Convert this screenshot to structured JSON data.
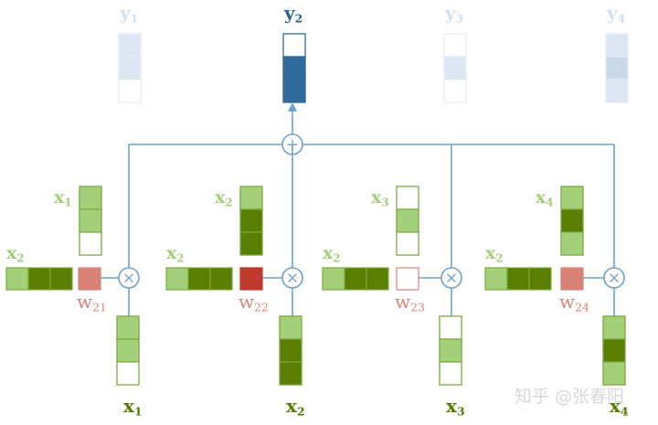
{
  "colors": {
    "line": "#6fa0c8",
    "out_dark": "#2e6a9a",
    "out_faint": "#dbe8f4",
    "out_faint_edge": "#e3edf6",
    "green_light": "#a4d07a",
    "green_dark": "#5a7e00",
    "green_edge": "#7aaa3e",
    "label_green": "#a4cd79",
    "label_dark_green": "#577a00",
    "weight_faint": "#d98378",
    "weight_strong": "#bf3a2c",
    "weight_text": "#d98378",
    "out_label_dark": "#2a5f8e",
    "out_label_faint": "#d2e1ef"
  },
  "outputs": [
    {
      "label": "y",
      "sub": "1",
      "active": false
    },
    {
      "label": "y",
      "sub": "2",
      "active": true
    },
    {
      "label": "y",
      "sub": "3",
      "active": false
    },
    {
      "label": "y",
      "sub": "4",
      "active": false
    }
  ],
  "sum_symbol": "+",
  "mult_symbol": "×",
  "units": [
    {
      "query": {
        "label": "x",
        "sub": "2"
      },
      "key": {
        "label": "x",
        "sub": "1"
      },
      "weight": {
        "label": "w",
        "sub": "21"
      },
      "value": {
        "label": "x",
        "sub": "1"
      }
    },
    {
      "query": {
        "label": "x",
        "sub": "2"
      },
      "key": {
        "label": "x",
        "sub": "2"
      },
      "weight": {
        "label": "w",
        "sub": "22"
      },
      "value": {
        "label": "x",
        "sub": "2"
      }
    },
    {
      "query": {
        "label": "x",
        "sub": "2"
      },
      "key": {
        "label": "x",
        "sub": "3"
      },
      "weight": {
        "label": "w",
        "sub": "23"
      },
      "value": {
        "label": "x",
        "sub": "3"
      }
    },
    {
      "query": {
        "label": "x",
        "sub": "2"
      },
      "key": {
        "label": "x",
        "sub": "4"
      },
      "weight": {
        "label": "w",
        "sub": "24"
      },
      "value": {
        "label": "x",
        "sub": "4"
      }
    }
  ],
  "watermark": "知乎 @张春阳"
}
